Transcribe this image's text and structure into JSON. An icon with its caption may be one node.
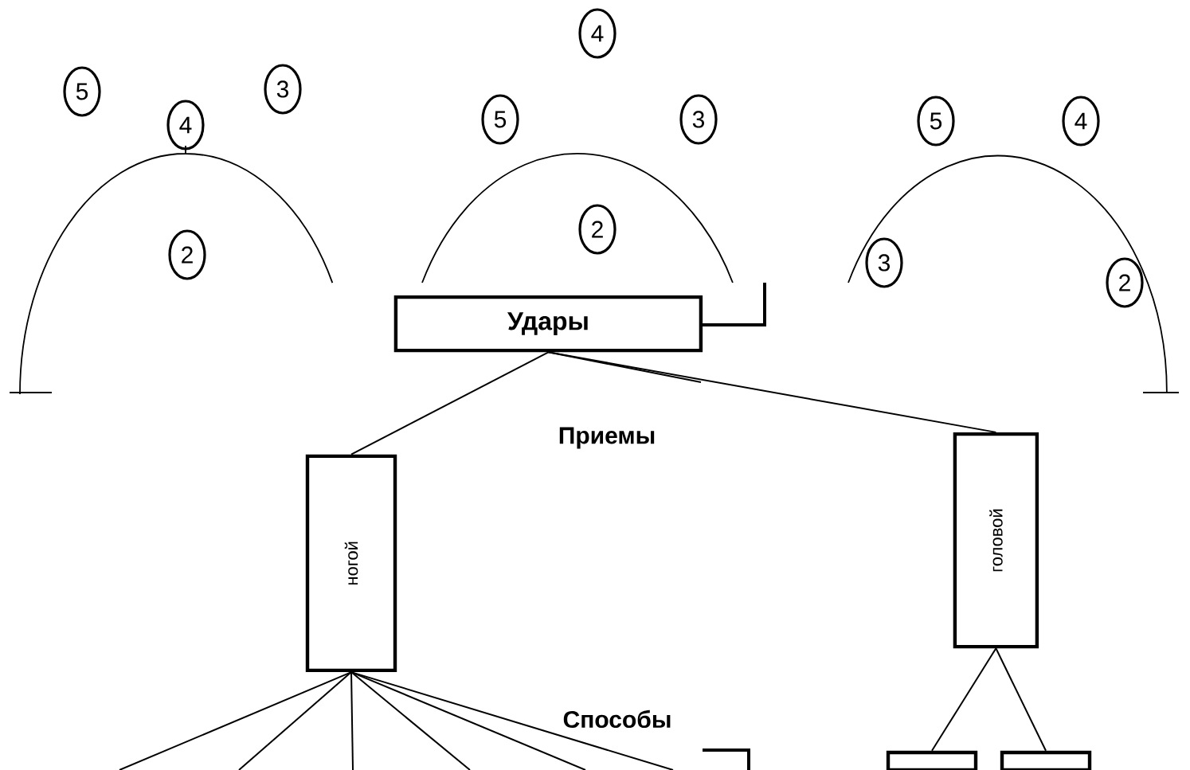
{
  "diagram": {
    "nodes": [
      {
        "text": [
          "5"
        ]
      },
      {
        "text": [
          "3"
        ]
      },
      {
        "text": [
          "4"
        ]
      },
      {
        "text": [
          "2"
        ]
      },
      {
        "text": [
          "4"
        ]
      },
      {
        "text": [
          "5"
        ]
      },
      {
        "text": [
          "3"
        ]
      },
      {
        "text": [
          "2"
        ]
      },
      {
        "text": [
          "5"
        ]
      },
      {
        "text": [
          "4"
        ]
      },
      {
        "text": [
          "3"
        ]
      },
      {
        "text": [
          "2"
        ]
      },
      {
        "text": [
          "Удары"
        ]
      },
      {
        "text": [
          "ногой"
        ]
      },
      {
        "text": [
          "головой"
        ]
      },
      {
        "text": [],
        "shape": "box"
      },
      {
        "text": [],
        "shape": "box"
      }
    ],
    "edges": [
      {
        "from": 12,
        "to": 13,
        "arrow": "none"
      },
      {
        "from": 12,
        "to": 14,
        "arrow": "none"
      },
      {
        "from": 12,
        "to": null,
        "arrow": "none"
      },
      {
        "from": 14,
        "to": 15,
        "arrow": "none"
      },
      {
        "from": 14,
        "to": 16,
        "arrow": "none"
      },
      {
        "from": 13,
        "to": null,
        "arrow": "none"
      },
      {
        "from": 13,
        "to": null,
        "arrow": "none"
      },
      {
        "from": 13,
        "to": null,
        "arrow": "none"
      },
      {
        "from": 13,
        "to": null,
        "arrow": "none"
      },
      {
        "from": 13,
        "to": null,
        "arrow": "none"
      },
      {
        "from": 13,
        "to": null,
        "arrow": "none"
      }
    ],
    "labels": [
      "Приемы",
      "Способы"
    ]
  }
}
